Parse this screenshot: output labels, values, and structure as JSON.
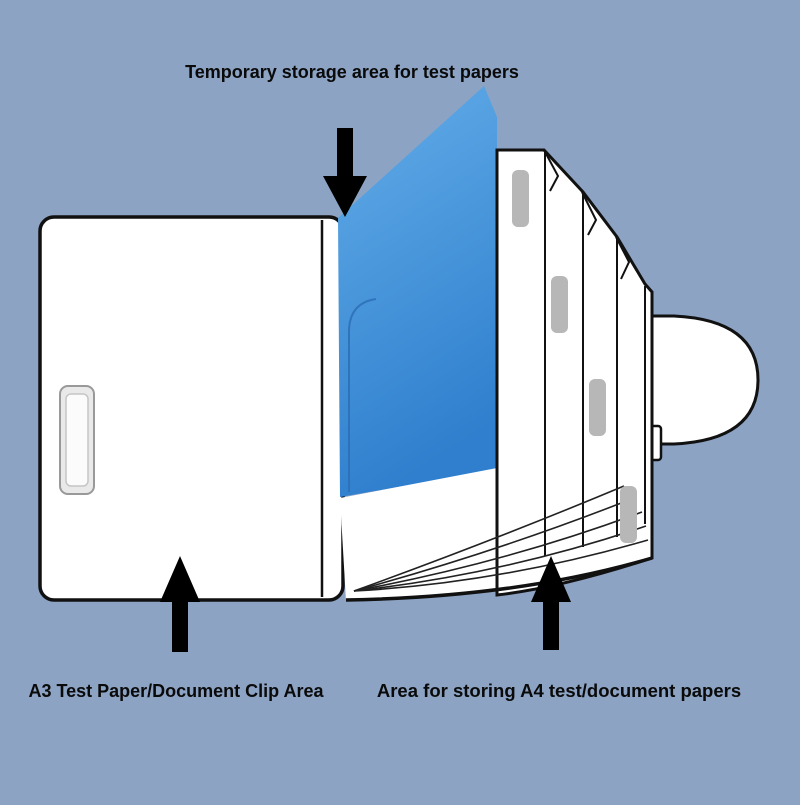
{
  "illustration": {
    "title": "Temporary storage area for test papers",
    "label_left": "A3 Test Paper/Document Clip Area",
    "label_right": "Area for storing A4 test/document papers"
  },
  "colors": {
    "background": "#8CA3C4",
    "outline": "#111111",
    "panel": "#FFFFFF",
    "paper_top": "#63ADE8",
    "paper_bottom": "#2F7FCE",
    "tab": "#B7B7B7",
    "arrow": "#000000",
    "clip_outer": "#E9E9E9",
    "clip_inner": "#FBFBFB"
  },
  "icons": {
    "down_arrow": "filled black arrow pointing down",
    "up_arrow": "filled black arrow pointing up"
  }
}
